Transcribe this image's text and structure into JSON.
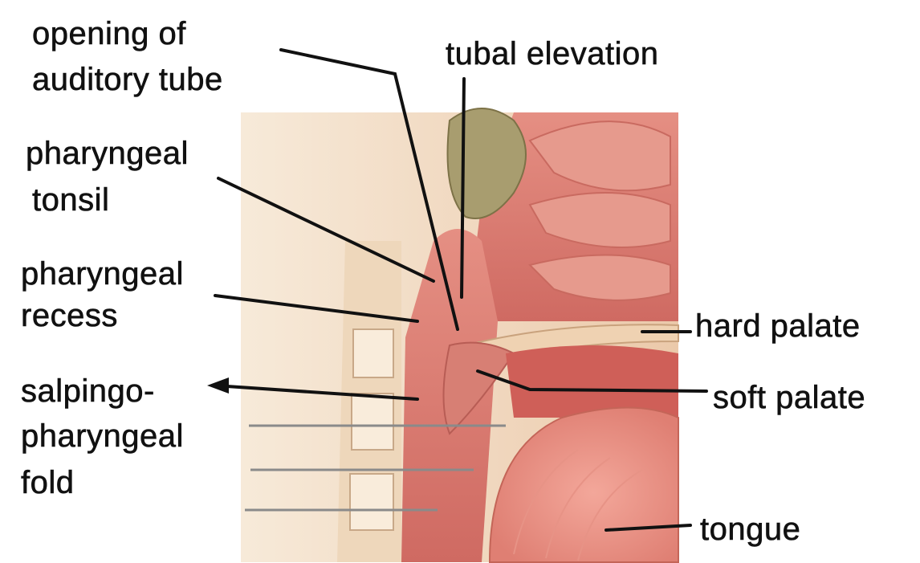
{
  "labels": {
    "opening_line1": "opening of",
    "opening_line2": "auditory tube",
    "tubal_elevation": "tubal elevation",
    "pharyngeal_tonsil_line1": "pharyngeal",
    "pharyngeal_tonsil_line2": "tonsil",
    "pharyngeal_recess_line1": "pharyngeal",
    "pharyngeal_recess_line2": "recess",
    "salpingo_line1": "salpingo-",
    "salpingo_line2": "pharyngeal",
    "salpingo_line3": "fold",
    "hard_palate": "hard palate",
    "soft_palate": "soft palate",
    "tongue": "tongue"
  },
  "colors": {
    "background": "#ffffff",
    "tissue_light": "#f2d9c2",
    "mucosa": "#d9776b",
    "mucosa_dark": "#c65a55",
    "tonsil": "#a49a6c",
    "leader_line": "#111111"
  }
}
